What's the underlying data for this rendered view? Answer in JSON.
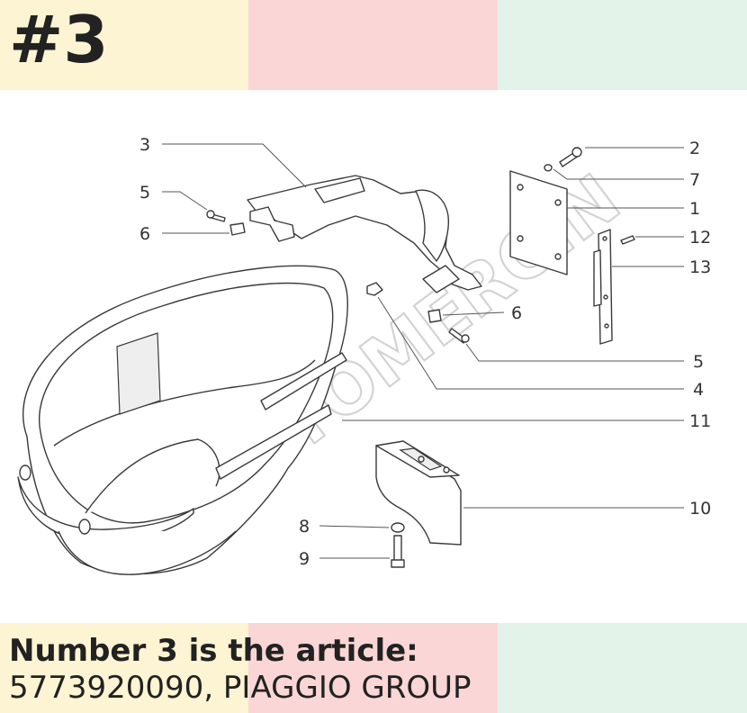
{
  "badge": "#3",
  "caption": {
    "line1": "Number 3 is the article:",
    "line2": "5773920090, PIAGGIO GROUP"
  },
  "colors": {
    "band_1": "#fdf4d3",
    "band_2": "#fbd6d6",
    "band_3": "#e3f3ea"
  },
  "watermark": {
    "text": "MOTOMERCIN"
  },
  "callouts": [
    "3",
    "5",
    "6",
    "2",
    "7",
    "1",
    "12",
    "13",
    "6",
    "5",
    "4",
    "11",
    "10",
    "8",
    "9"
  ]
}
